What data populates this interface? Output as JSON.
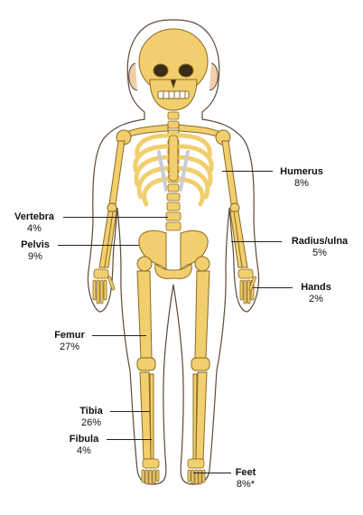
{
  "colors": {
    "bone": "#f2cf6e",
    "bone_shade": "#d9a93c",
    "bone_outline": "#8a6a20",
    "body_outline": "#5a4a3a",
    "cartilage": "#c9ccd4",
    "label_text": "#111111"
  },
  "labels": [
    {
      "id": "humerus",
      "name": "Humerus",
      "pct": "8%"
    },
    {
      "id": "vertebra",
      "name": "Vertebra",
      "pct": "4%"
    },
    {
      "id": "pelvis",
      "name": "Pelvis",
      "pct": "9%"
    },
    {
      "id": "radius-ulna",
      "name": "Radius/ulna",
      "pct": "5%"
    },
    {
      "id": "hands",
      "name": "Hands",
      "pct": "2%"
    },
    {
      "id": "femur",
      "name": "Femur",
      "pct": "27%"
    },
    {
      "id": "tibia",
      "name": "Tibia",
      "pct": "26%"
    },
    {
      "id": "fibula",
      "name": "Fibula",
      "pct": "4%"
    },
    {
      "id": "feet",
      "name": "Feet",
      "pct": "8%*"
    }
  ]
}
